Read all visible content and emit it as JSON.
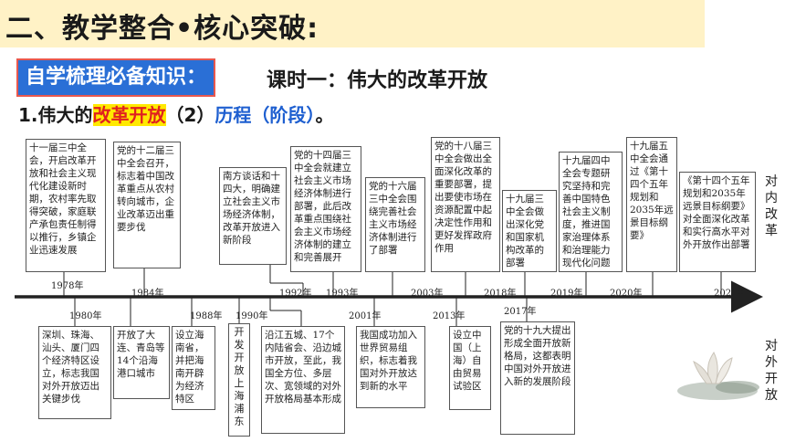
{
  "header": {
    "title": "二、教学整合•核心突破:"
  },
  "badge": {
    "label": "自学梳理必备知识："
  },
  "lesson": {
    "title": "课时一：伟大的改革开放"
  },
  "point": {
    "prefix": "1.伟大的",
    "highlight": "改革开放",
    "mid": "（2）",
    "stage": "历程（阶段）",
    "end": "。"
  },
  "years": {
    "y1978": "1978年",
    "y1980": "1980年",
    "y1984": "1984年",
    "y1988": "1988年",
    "y1990": "1990年",
    "y1992": "1992年",
    "y1993": "1993年",
    "y2001": "2001年",
    "y2003": "2003年",
    "y2013": "2013年",
    "y2017": "2017年",
    "y2018": "2018年",
    "y2019": "2019年",
    "y2020": "2020年",
    "y2021": "2021年"
  },
  "top_events": {
    "e1978": "十一届三中全会，开启改革开放和社会主义现代化建设新时期，农村率先取得突破，家庭联产承包责任制得以推行，乡镇企业迅速发展",
    "e1984": "党的十二届三中全会召开，标志着中国改革重点从农村转向城市，企业改革迈出重要步伐",
    "e1992a": "南方谈话和十四大，明确建立社会主义市场经济体制，改革开放进入新阶段",
    "e1993": "党的十四届三中全会就建立社会主义市场经济体制进行部署，此后改革重点围绕社会主义市场经济体制的建立和完善展开",
    "e2003": "党的十六届三中全会围绕完善社会主义市场经济体制进行了部署",
    "e2013": "党的十八届三中全会做出全面深化改革的重要部署，提出要使市场在资源配置中起决定性作用和更好发挥政府作用",
    "e2018": "十九届三中全会做出深化党和国家机构改革的部署",
    "e2019": "十九届四中全会专题研究坚持和完善中国特色社会主义制度，推进国家治理体系和治理能力现代化问题",
    "e2020": "十九届五中全会通过《第十四个五年规划和2035年远景目标纲要》",
    "e2021": "《第十四个五年规划和2035年远景目标纲要》对全面深化改革和实行高水平对外开放作出部署"
  },
  "bottom_events": {
    "e1980": "深圳、珠海、汕头、厦门四个经济特区设立，标志我国对外开放迈出关键步伐",
    "e1984": "开放了大连、青岛等14个沿海港口城市",
    "e1988": "设立海南省，并把海南开辟为经济特区",
    "e1990": "开发开放上海浦东",
    "e1992": "沿江五城、17个内陆省会、沿边城市开放，至此，我国全方位、多层次、宽领域的对外开放格局基本形成",
    "e2001": "我国成功加入世界贸易组织，标志着我国对外开放达到新的水平",
    "e2013": "设立中国（上海）自由贸易试验区",
    "e2017": "党的十九大提出形成全面开放新格局，这都表明中国对外开放进入新的发展阶段"
  },
  "side_labels": {
    "reform": "对内改革",
    "open": "对外开放"
  }
}
